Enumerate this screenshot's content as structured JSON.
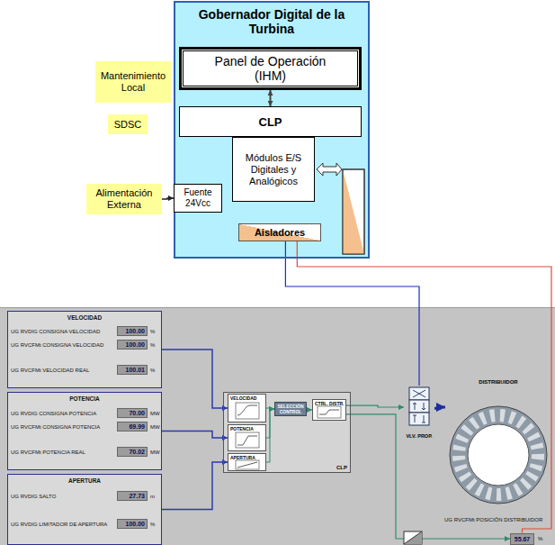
{
  "diagram": {
    "nodes": [
      {
        "text": [
          "Gobernador Digital de la Turbina"
        ]
      },
      {
        "text": [
          "Panel de Operación (IHM)"
        ],
        "in": 0
      },
      {
        "text": [
          "CLP"
        ],
        "in": 0
      },
      {
        "text": [
          "Módulos E/S Digitales y Analógicos"
        ],
        "in": 0
      },
      {
        "text": [
          "Fuente 24Vcc"
        ],
        "in": 0
      },
      {
        "text": [
          "Aisladores"
        ],
        "in": 0
      },
      {
        "text": [
          "Mantenimiento Local"
        ]
      },
      {
        "text": [
          "SDSC"
        ]
      },
      {
        "text": [
          "Alimentación Externa"
        ]
      },
      {
        "text": [
          "VELOCIDAD"
        ]
      },
      {
        "text": [
          "POTENCIA"
        ]
      },
      {
        "text": [
          "APERTURA"
        ]
      },
      {
        "text": [
          "CLP"
        ]
      },
      {
        "text": [
          "VELOCIDAD"
        ],
        "in": 12
      },
      {
        "text": [
          "POTENCIA"
        ],
        "in": 12
      },
      {
        "text": [
          "APERTURA"
        ],
        "in": 12
      },
      {
        "text": [
          "SELECCIÓN CONTROL"
        ],
        "in": 12
      },
      {
        "text": [
          "CTRL. DISTR."
        ],
        "in": 12
      },
      {
        "text": [
          "VLV. PROP."
        ]
      },
      {
        "text": [
          "DISTRIBUIDOR"
        ]
      },
      {
        "text": [
          "55.67"
        ]
      }
    ],
    "edges": [
      {
        "from": 1,
        "to": 2,
        "arrow": "both"
      },
      {
        "from": 8,
        "to": 4,
        "arrow": "to"
      },
      {
        "from": 5,
        "to": 18,
        "arrow": "none"
      },
      {
        "from": 5,
        "to": 20,
        "arrow": "none"
      },
      {
        "from": 9,
        "to": 13,
        "arrow": "to"
      },
      {
        "from": 10,
        "to": 14,
        "arrow": "to"
      },
      {
        "from": 11,
        "to": 15,
        "arrow": "to"
      },
      {
        "from": 13,
        "to": 16,
        "arrow": "to"
      },
      {
        "from": 14,
        "to": 16,
        "arrow": "to"
      },
      {
        "from": 15,
        "to": 16,
        "arrow": "to"
      },
      {
        "from": 16,
        "to": 17,
        "arrow": "to"
      },
      {
        "from": 17,
        "to": 18,
        "arrow": "to"
      },
      {
        "from": 17,
        "to": 20,
        "arrow": "to"
      },
      {
        "from": 18,
        "to": 19,
        "arrow": "to"
      }
    ],
    "labels": [
      "UG RVDIG CONSIGNA VELOCIDAD",
      "100.00",
      "%",
      "UG RVCFMt CONSIGNA VELOCIDAD",
      "100.00",
      "%",
      "UG RVCFMt VELOCIDAD REAL",
      "100.01",
      "%",
      "UG RVDIG CONSIGNA POTENCIA",
      "70.00",
      "MW",
      "UG RVCFMt CONSIGNA POTENCIA",
      "69.99",
      "MW",
      "UG RVCFMt POTENCIA REAL",
      "70.02",
      "MW",
      "UG RVDIG SALTO",
      "27.73",
      "m",
      "UG RVDIG LIMITADOR DE APERTURA",
      "100.00",
      "%",
      "UG RVCFMt POSICIÓN DISTRIBUIDOR",
      "%"
    ]
  }
}
